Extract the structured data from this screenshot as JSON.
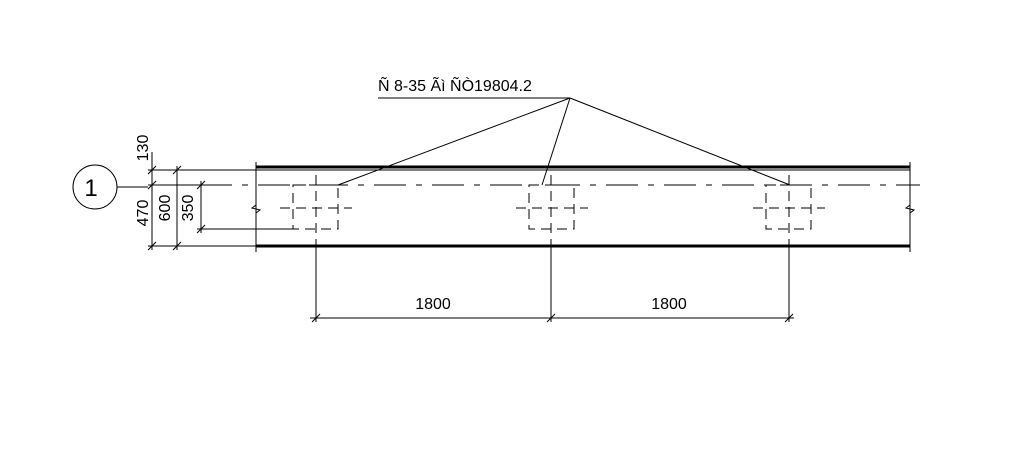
{
  "axis_marker": {
    "label": "1"
  },
  "leader_note": {
    "text": "Ñ 8-35 Ãì  ÑÒ19804.2"
  },
  "dimensions": {
    "top_offset": "130",
    "bottom_offset": "470",
    "total_height": "600",
    "opening_height": "350",
    "spacing_left": "1800",
    "spacing_right": "1800"
  }
}
